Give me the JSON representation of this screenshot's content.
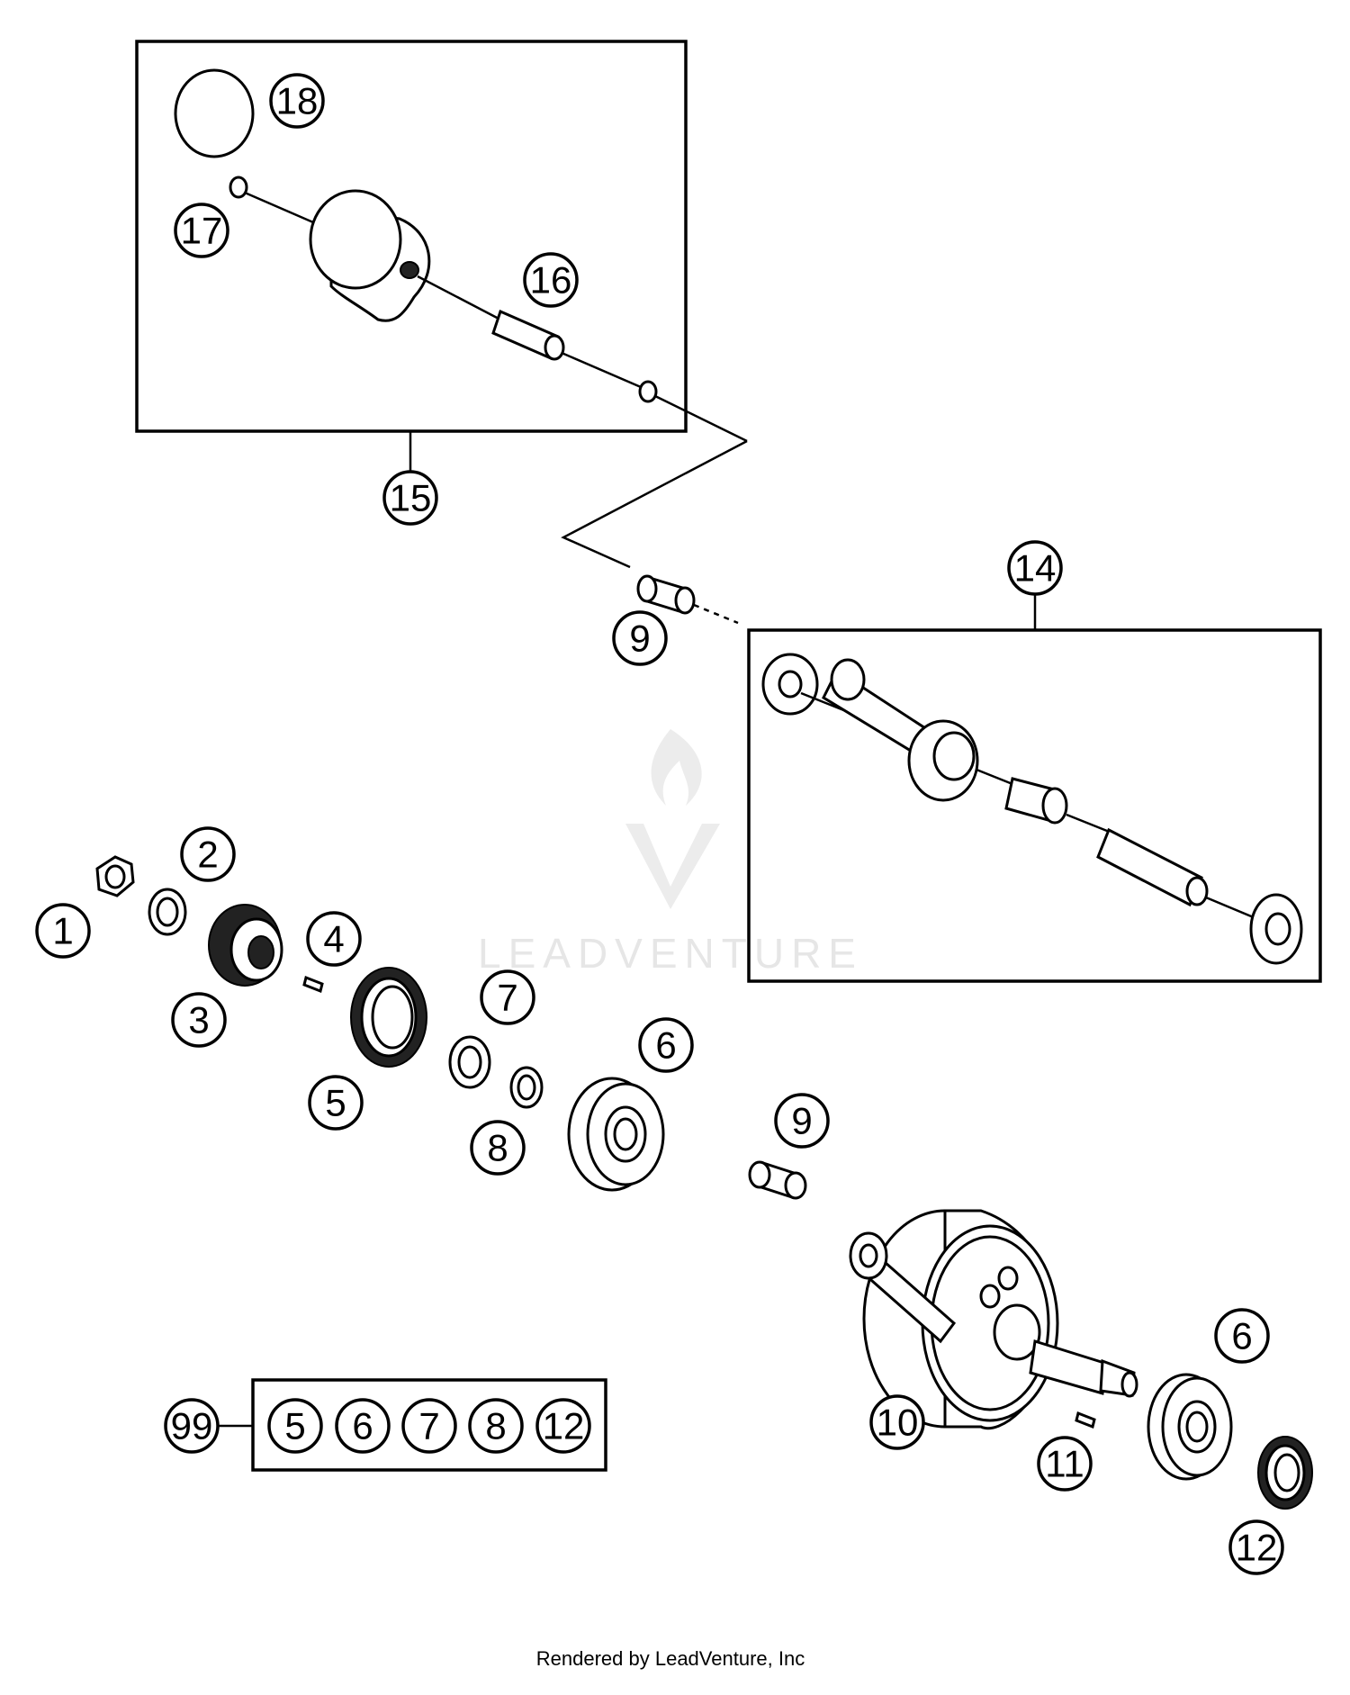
{
  "watermark": {
    "brand": "LEADVENTURE"
  },
  "footer": {
    "text": "Rendered by LeadVenture, Inc"
  },
  "callouts": {
    "c1": "1",
    "c2": "2",
    "c3": "3",
    "c4": "4",
    "c5": "5",
    "c6a": "6",
    "c6b": "6",
    "c7": "7",
    "c8": "8",
    "c9a": "9",
    "c9b": "9",
    "c10": "10",
    "c11": "11",
    "c12": "12",
    "c14": "14",
    "c15": "15",
    "c16": "16",
    "c17": "17",
    "c18": "18"
  },
  "kit": {
    "number": "99",
    "items": [
      "5",
      "6",
      "7",
      "8",
      "12"
    ]
  }
}
